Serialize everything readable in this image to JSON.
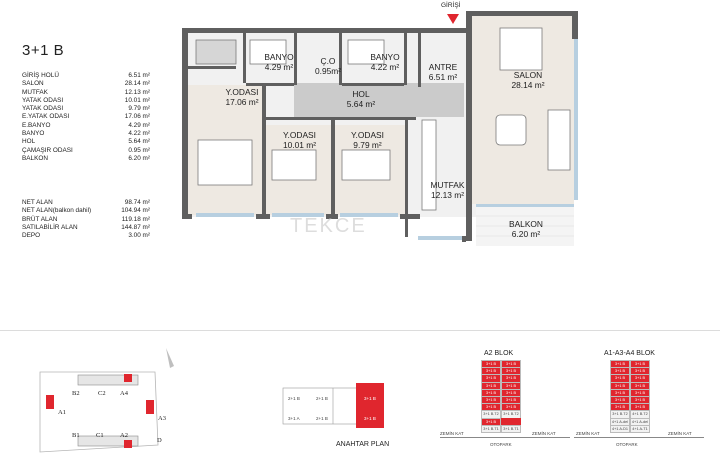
{
  "unit_type": "3+1 B",
  "entrance_label": "GİRİŞİ",
  "areas": [
    {
      "name": "GİRİŞ HOLÜ",
      "value": "6.51 m²"
    },
    {
      "name": "SALON",
      "value": "28.14 m²"
    },
    {
      "name": "MUTFAK",
      "value": "12.13 m²"
    },
    {
      "name": "YATAK ODASI",
      "value": "10.01 m²"
    },
    {
      "name": "YATAK ODASI",
      "value": "9.79 m²"
    },
    {
      "name": "E.YATAK ODASI",
      "value": "17.06 m²"
    },
    {
      "name": "E.BANYO",
      "value": "4.29 m²"
    },
    {
      "name": "BANYO",
      "value": "4.22 m²"
    },
    {
      "name": "HOL",
      "value": "5.64 m²"
    },
    {
      "name": "ÇAMAŞIR ODASI",
      "value": "0.95 m²"
    },
    {
      "name": "BALKON",
      "value": "6.20 m²"
    }
  ],
  "totals": [
    {
      "name": "NET ALAN",
      "value": "98.74 m²"
    },
    {
      "name": "NET ALAN(balkon dahil)",
      "value": "104.94 m²"
    },
    {
      "name": "BRÜT ALAN",
      "value": "119.18 m²"
    },
    {
      "name": "SATILABİLİR ALAN",
      "value": "144.87 m²"
    },
    {
      "name": "DEPO",
      "value": "3.00 m²"
    }
  ],
  "rooms": {
    "banyo1": {
      "name": "BANYO",
      "area": "4.29 m²"
    },
    "co": {
      "name": "Ç.O",
      "area": "0.95m²"
    },
    "banyo2": {
      "name": "BANYO",
      "area": "4.22 m²"
    },
    "antre": {
      "name": "ANTRE",
      "area": "6.51 m²"
    },
    "salon": {
      "name": "SALON",
      "area": "28.14 m²"
    },
    "yodasi_master": {
      "name": "Y.ODASI",
      "area": "17.06 m²"
    },
    "hol": {
      "name": "HOL",
      "area": "5.64 m²"
    },
    "yodasi_a": {
      "name": "Y.ODASI",
      "area": "10.01 m²"
    },
    "yodasi_b": {
      "name": "Y.ODASI",
      "area": "9.79 m²"
    },
    "mutfak": {
      "name": "MUTFAK",
      "area": "12.13 m²"
    },
    "balkon": {
      "name": "BALKON",
      "area": "6.20 m²"
    }
  },
  "watermark": "TEKCE",
  "site_labels": [
    "B2",
    "C2",
    "A4",
    "A1",
    "A3",
    "B1",
    "C1",
    "A2",
    "D"
  ],
  "key_plan_label": "ANAHTAR PLAN",
  "key_plan_units": [
    "2+1 B",
    "2+1 B",
    "3+1 B",
    "3+1 A",
    "2+1 B",
    "3+1 B"
  ],
  "a2_block": {
    "title": "A2 BLOK",
    "rows": [
      [
        "3+1 B",
        "3+1 B"
      ],
      [
        "3+1 B",
        "3+1 B"
      ],
      [
        "3+1 B",
        "3+1 B"
      ],
      [
        "3+1 B",
        "3+1 B"
      ],
      [
        "3+1 B",
        "3+1 B"
      ],
      [
        "3+1 B",
        "3+1 B"
      ],
      [
        "3+1 B",
        "3+1 B"
      ],
      [
        "3+1 B.T2",
        "3+1 B.T2"
      ],
      [
        "3+1 B",
        ""
      ],
      [
        "3+1 B.T1",
        "3+1 B.T1"
      ]
    ]
  },
  "a1_block": {
    "title": "A1-A3-A4 BLOK",
    "rows": [
      [
        "3+1 B",
        "3+1 B"
      ],
      [
        "3+1 B",
        "3+1 B"
      ],
      [
        "3+1 B",
        "3+1 B"
      ],
      [
        "3+1 B",
        "3+1 B"
      ],
      [
        "3+1 B",
        "3+1 B"
      ],
      [
        "3+1 B",
        "3+1 B"
      ],
      [
        "3+1 B",
        "3+1 B"
      ],
      [
        "3+1 B.T2",
        "4+1 B.T2"
      ],
      [
        "4+1 A-del",
        "4+1 A-del"
      ],
      [
        "4+1 A-D1",
        "4+1 A-T1"
      ]
    ]
  },
  "zemin_kat": "ZEMİN KAT",
  "otopark": "OTOPARK",
  "colors": {
    "wall": "#5f5f5f",
    "floor": "#f1f1f1",
    "grey_floor": "#c7c7c7",
    "glass": "#b7cfe0",
    "highlight": "#e0262e",
    "pink": "#f1a9ad",
    "parquet": "#eee9e2"
  }
}
